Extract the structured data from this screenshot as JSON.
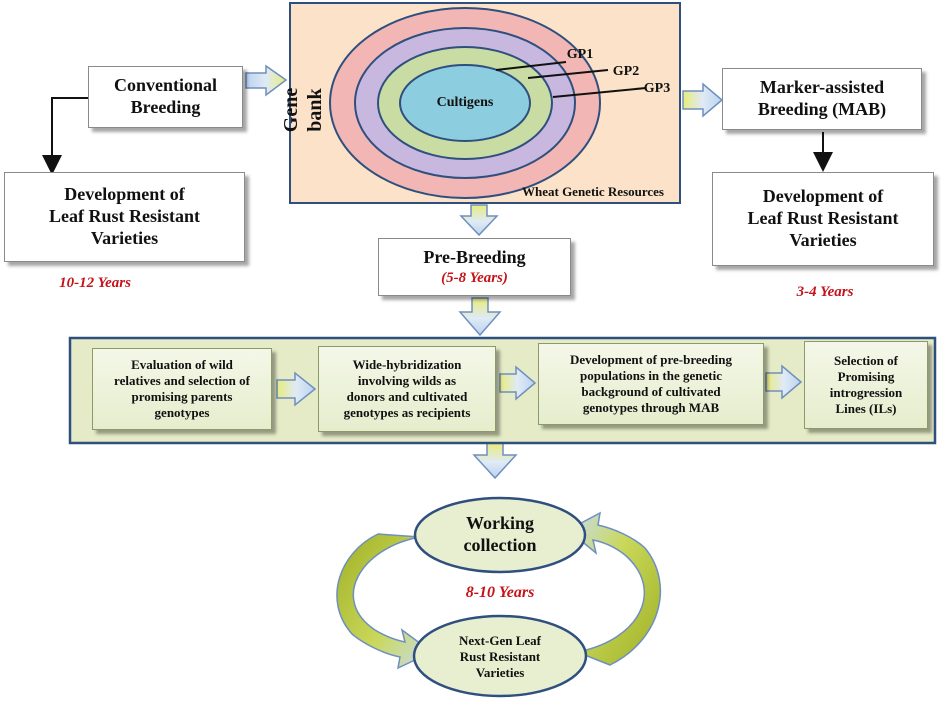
{
  "gene_bank": {
    "title": "Gene bank",
    "cultigens": "Cultigens",
    "gp1": "GP1",
    "gp2": "GP2",
    "gp3": "GP3",
    "resources": "Wheat Genetic Resources"
  },
  "conventional": {
    "title_line1": "Conventional",
    "title_line2": "Breeding",
    "result_line1": "Development of",
    "result_line2": "Leaf Rust Resistant",
    "result_line3": "Varieties",
    "years": "10-12 Years"
  },
  "mab": {
    "title_line1": "Marker-assisted",
    "title_line2": "Breeding (MAB)",
    "result_line1": "Development of",
    "result_line2": "Leaf Rust Resistant",
    "result_line3": "Varieties",
    "years": "3-4 Years"
  },
  "pre_breeding": {
    "title": "Pre-Breeding",
    "years": "(5-8 Years)"
  },
  "steps": [
    {
      "line1": "Evaluation of wild",
      "line2": "relatives and selection of",
      "line3": "promising parents",
      "line4": "genotypes"
    },
    {
      "line1": "Wide-hybridization",
      "line2": "involving wilds as",
      "line3": "donors and cultivated",
      "line4": "genotypes as recipients"
    },
    {
      "line1": "Development of pre-breeding",
      "line2": "populations in the genetic",
      "line3": "background of cultivated",
      "line4": "genotypes through MAB"
    },
    {
      "line1": "Selection of",
      "line2": "Promising",
      "line3": "introgression",
      "line4": "Lines (ILs)"
    }
  ],
  "cycle": {
    "working_line1": "Working",
    "working_line2": "collection",
    "years": "8-10 Years",
    "nextgen_line1": "Next-Gen Leaf",
    "nextgen_line2": "Rust Resistant",
    "nextgen_line3": "Varieties"
  },
  "colors": {
    "arrow_blue": "#c9dcf3",
    "arrow_yellow": "#e9ec7a",
    "arrow_outline": "#6f8fbf",
    "gene_bank_bg": "#fbe2c9",
    "ring_outer": "#f2b7b4",
    "ring_gp2": "#c8b8e0",
    "ring_gp1": "#c8dca4",
    "cultigens": "#8ccde0",
    "ellipse_green": "#e8efd0",
    "cycle_arrow": "#b9cf38",
    "year_red": "#c4141a"
  }
}
